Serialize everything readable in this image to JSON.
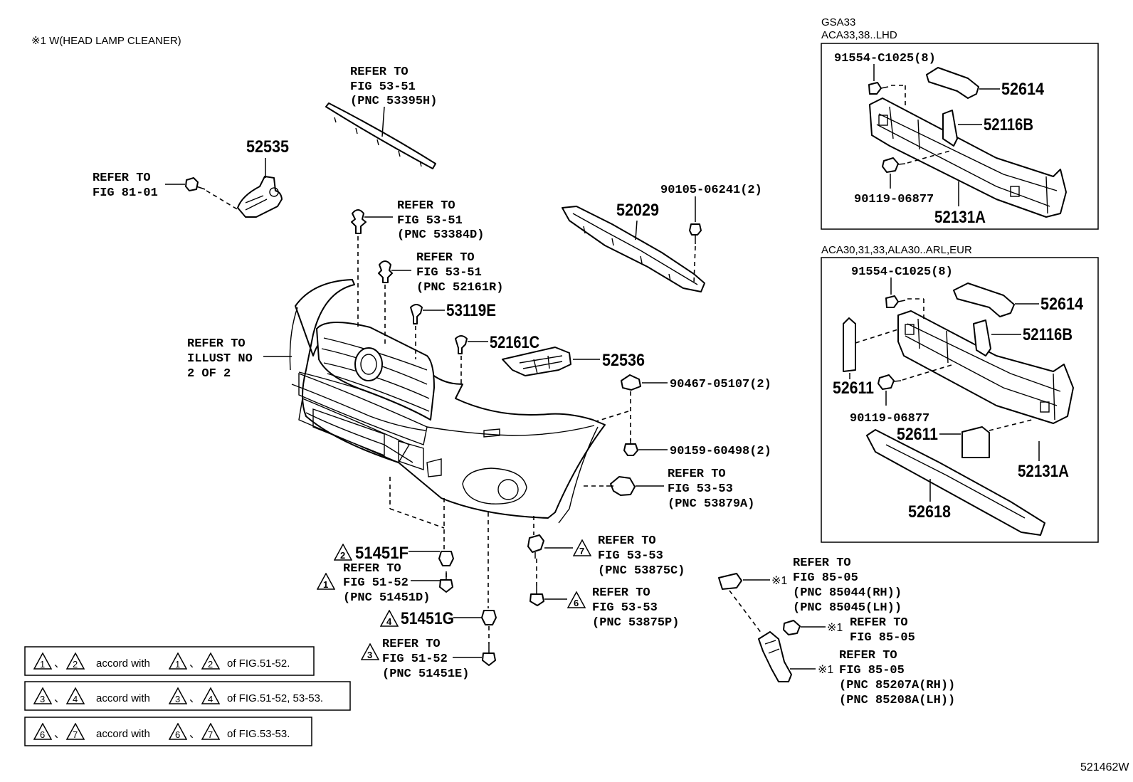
{
  "header_note": "※1 W(HEAD LAMP CLEANER)",
  "illustration_id": "521462W",
  "box_top": {
    "title_line1": "GSA33",
    "title_line2": "ACA33,38..LHD"
  },
  "box_bottom": {
    "title": "ACA30,31,33,ALA30..ARL,EUR"
  },
  "labels": {
    "ref_53395h": [
      "REFER TO",
      "FIG 53-51",
      "(PNC 53395H)"
    ],
    "p52535": "52535",
    "ref_81_01": [
      "REFER TO",
      "FIG 81-01"
    ],
    "ref_53384d": [
      "REFER TO",
      "FIG 53-51",
      "(PNC 53384D)"
    ],
    "ref_52161r": [
      "REFER TO",
      "FIG 53-51",
      "(PNC 52161R)"
    ],
    "p53119e": "53119E",
    "p52161c": "52161C",
    "p52536": "52536",
    "p52029": "52029",
    "p90105": "90105-06241(2)",
    "ref_illust": [
      "REFER TO",
      "ILLUST NO",
      "2 OF 2"
    ],
    "p90467": "90467-05107(2)",
    "p90159": "90159-60498(2)",
    "ref_53879a": [
      "REFER TO",
      "FIG 53-53",
      "(PNC 53879A)"
    ],
    "p51451f": "51451F",
    "ref_51451d": [
      "REFER TO",
      "FIG 51-52",
      "(PNC 51451D)"
    ],
    "p51451g": "51451G",
    "ref_51451e": [
      "REFER TO",
      "FIG 51-52",
      "(PNC 51451E)"
    ],
    "ref_53875c": [
      "REFER TO",
      "FIG 53-53",
      "(PNC 53875C)"
    ],
    "ref_53875p": [
      "REFER TO",
      "FIG 53-53",
      "(PNC 53875P)"
    ],
    "ref_85044": [
      "REFER TO",
      "FIG 85-05",
      "(PNC 85044(RH))",
      "(PNC 85045(LH))"
    ],
    "ref_85_05": [
      "REFER TO",
      "FIG 85-05"
    ],
    "ref_85207": [
      "REFER TO",
      "FIG 85-05",
      "(PNC 85207A(RH))",
      "(PNC 85208A(LH))"
    ],
    "mark1": "※1",
    "tri1": "1",
    "tri2": "2",
    "tri3": "3",
    "tri4": "4",
    "tri6": "6",
    "tri7": "7",
    "box_top_91554": "91554-C1025(8)",
    "box_top_52614": "52614",
    "box_top_52116b": "52116B",
    "box_top_90119": "90119-06877",
    "box_top_52131a": "52131A",
    "box_bot_91554": "91554-C1025(8)",
    "box_bot_52614": "52614",
    "box_bot_52116b": "52116B",
    "box_bot_52611a": "52611",
    "box_bot_90119": "90119-06877",
    "box_bot_52611b": "52611",
    "box_bot_52131a": "52131A",
    "box_bot_52618": "52618"
  },
  "legend": [
    {
      "a": "1",
      "b": "2",
      "sep": "、",
      "text": "accord with",
      "c": "1",
      "d": "2",
      "suffix": "of FIG.51-52."
    },
    {
      "a": "3",
      "b": "4",
      "sep": "、",
      "text": "accord with",
      "c": "3",
      "d": "4",
      "suffix": "of FIG.51-52, 53-53."
    },
    {
      "a": "6",
      "b": "7",
      "sep": "、",
      "text": "accord with",
      "c": "6",
      "d": "7",
      "suffix": "of FIG.53-53."
    }
  ]
}
